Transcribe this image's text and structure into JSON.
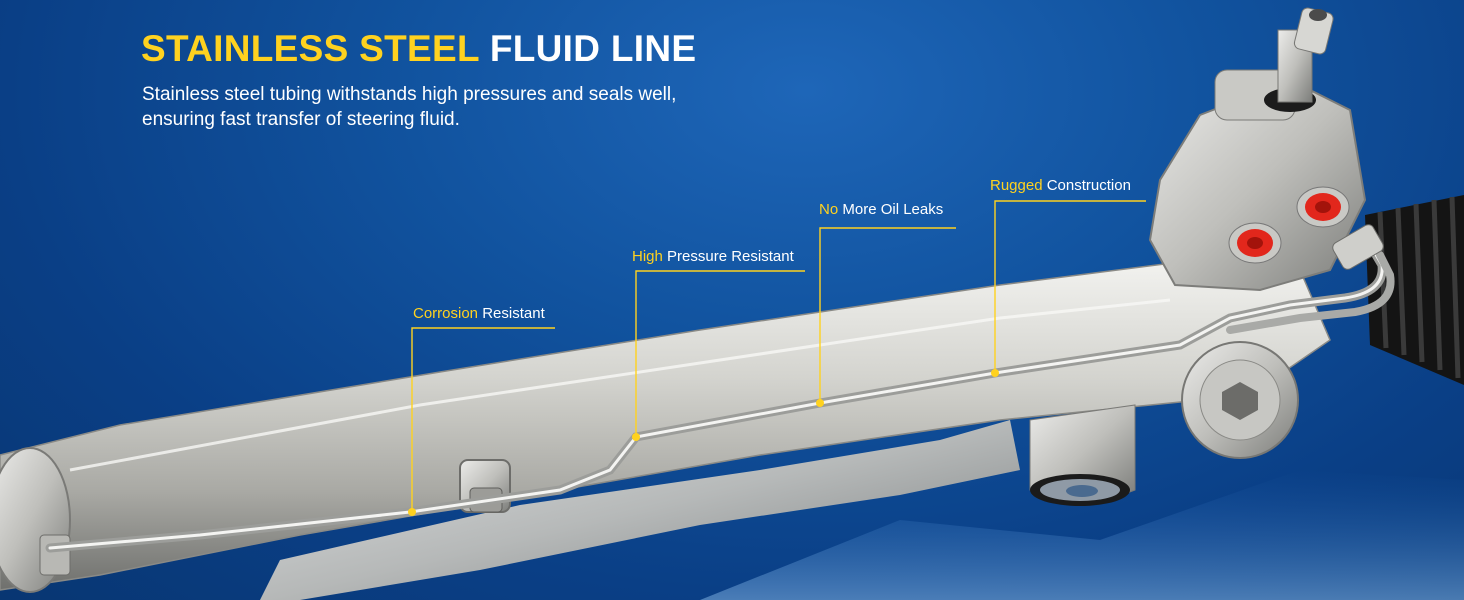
{
  "headline": {
    "accent": "STAINLESS STEEL",
    "rest": "FLUID LINE"
  },
  "description": {
    "line1": "Stainless steel tubing withstands high pressures and seals well,",
    "line2": "ensuring fast transfer of steering fluid."
  },
  "callouts": [
    {
      "highlight": "Corrosion",
      "text": "Resistant"
    },
    {
      "highlight": "High",
      "text": "Pressure Resistant"
    },
    {
      "highlight": "No",
      "text": "More Oil Leaks"
    },
    {
      "highlight": "Rugged",
      "text": "Construction"
    }
  ],
  "colors": {
    "accent": "#ffd21f",
    "background": "#11539f",
    "text": "#ffffff"
  }
}
